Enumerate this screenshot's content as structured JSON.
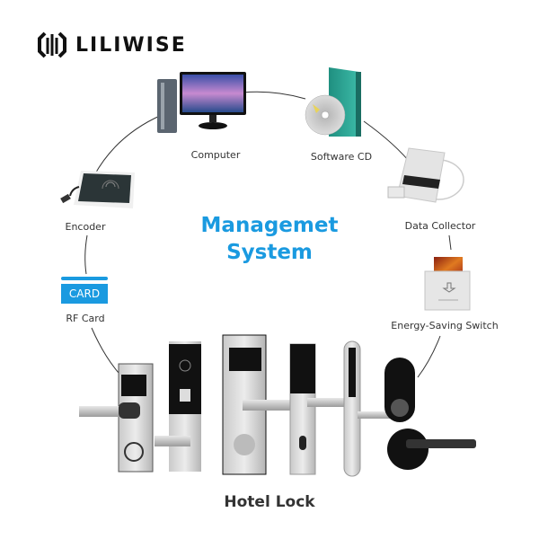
{
  "brand": {
    "name": "LILIWISE",
    "icon": "liliwise-logo-icon"
  },
  "diagram": {
    "title_line1": "Managemet",
    "title_line2": "System",
    "accent_color": "#1a9ae0",
    "nodes": [
      {
        "id": "computer",
        "label": "Computer",
        "icon": "computer-icon"
      },
      {
        "id": "software-cd",
        "label": "Software CD",
        "icon": "software-cd-icon"
      },
      {
        "id": "data-collector",
        "label": "Data Collector",
        "icon": "data-collector-icon"
      },
      {
        "id": "energy-saving-switch",
        "label": "Energy-Saving Switch",
        "icon": "energy-switch-icon"
      },
      {
        "id": "hotel-lock",
        "label": "Hotel Lock",
        "icon": "hotel-lock-icon"
      },
      {
        "id": "rf-card",
        "label": "RF Card",
        "icon": "rf-card-icon",
        "card_text": "CARD"
      },
      {
        "id": "encoder",
        "label": "Encoder",
        "icon": "encoder-icon"
      }
    ]
  }
}
